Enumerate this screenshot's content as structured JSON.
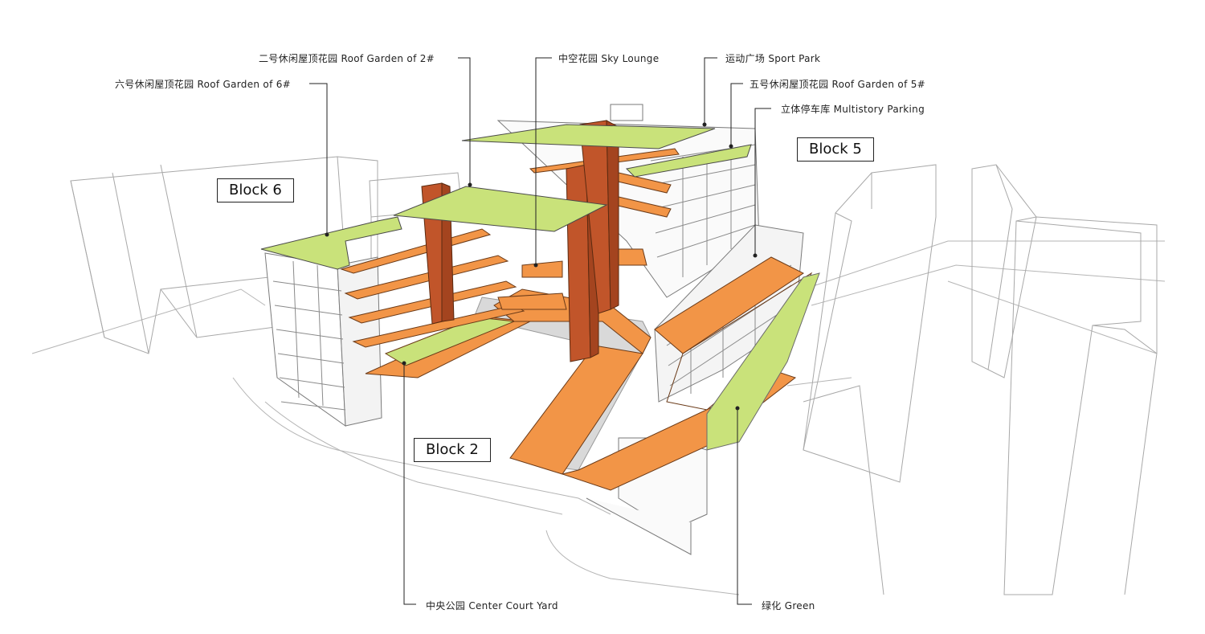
{
  "colors": {
    "orange": "#F29547",
    "green": "#C9E27A",
    "column": "#C1552A",
    "outline": "#8c8c8c",
    "leader": "#222222"
  },
  "blocks": {
    "block6": "Block 6",
    "block5": "Block 5",
    "block2": "Block 2"
  },
  "callouts": {
    "roof_garden_2": "二号休闲屋顶花园 Roof Garden of 2#",
    "roof_garden_6": "六号休闲屋顶花园 Roof Garden of 6#",
    "sky_lounge": "中空花园 Sky Lounge",
    "sport_park": "运动广场 Sport Park",
    "roof_garden_5": "五号休闲屋顶花园 Roof Garden of 5#",
    "multistory_parking": "立体停车库 Multistory Parking",
    "center_court_yard": "中央公园 Center Court Yard",
    "green": "绿化 Green"
  }
}
